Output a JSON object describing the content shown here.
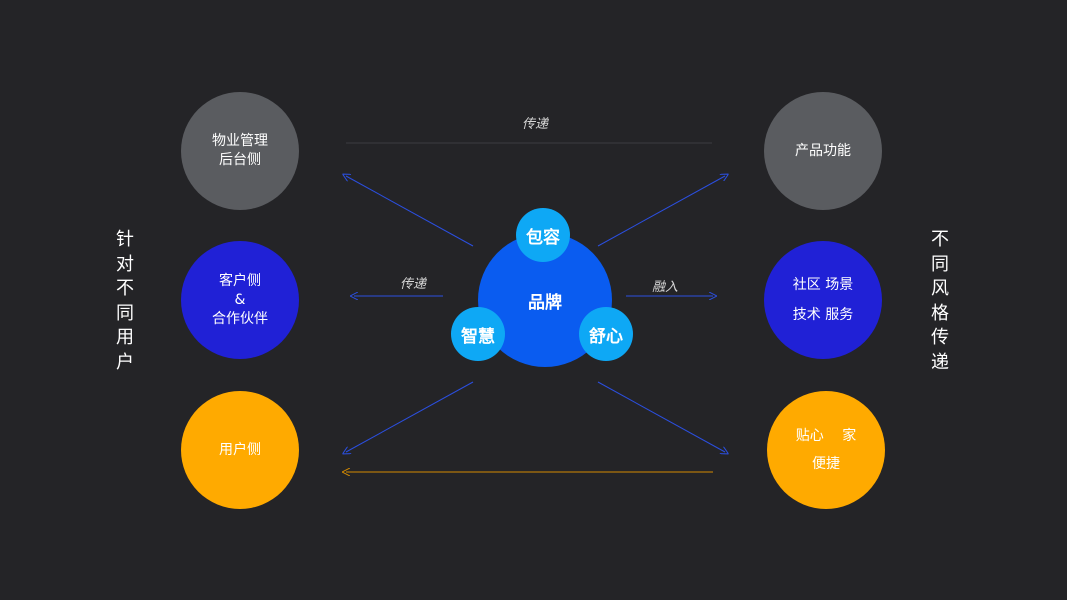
{
  "left_vertical_title": [
    "针",
    "对",
    "不",
    "同",
    "用",
    "户"
  ],
  "right_vertical_title": [
    "不",
    "同",
    "风",
    "格",
    "传",
    "递"
  ],
  "left_nodes": {
    "top": [
      "物业管理",
      "后台侧"
    ],
    "middle": [
      "客户侧",
      "&",
      "合作伙伴"
    ],
    "bottom": [
      "用户侧"
    ]
  },
  "right_nodes": {
    "top": [
      "产品功能"
    ],
    "middle": [
      "社区 场景",
      "技术 服务"
    ],
    "bottom": [
      "贴心　 家",
      "便捷"
    ]
  },
  "center": {
    "core": "品牌",
    "petals": {
      "top": "包容",
      "left": "智慧",
      "right": "舒心"
    }
  },
  "labels": {
    "top": "传递",
    "middle_left": "传递",
    "middle_right": "融入"
  },
  "colors": {
    "background": "#242427",
    "gray": "#5a5c60",
    "blue": "#2021d6",
    "orange": "#ffaa00",
    "center_blue": "#0a5cf0",
    "petal_cyan": "#0ea8f5"
  }
}
